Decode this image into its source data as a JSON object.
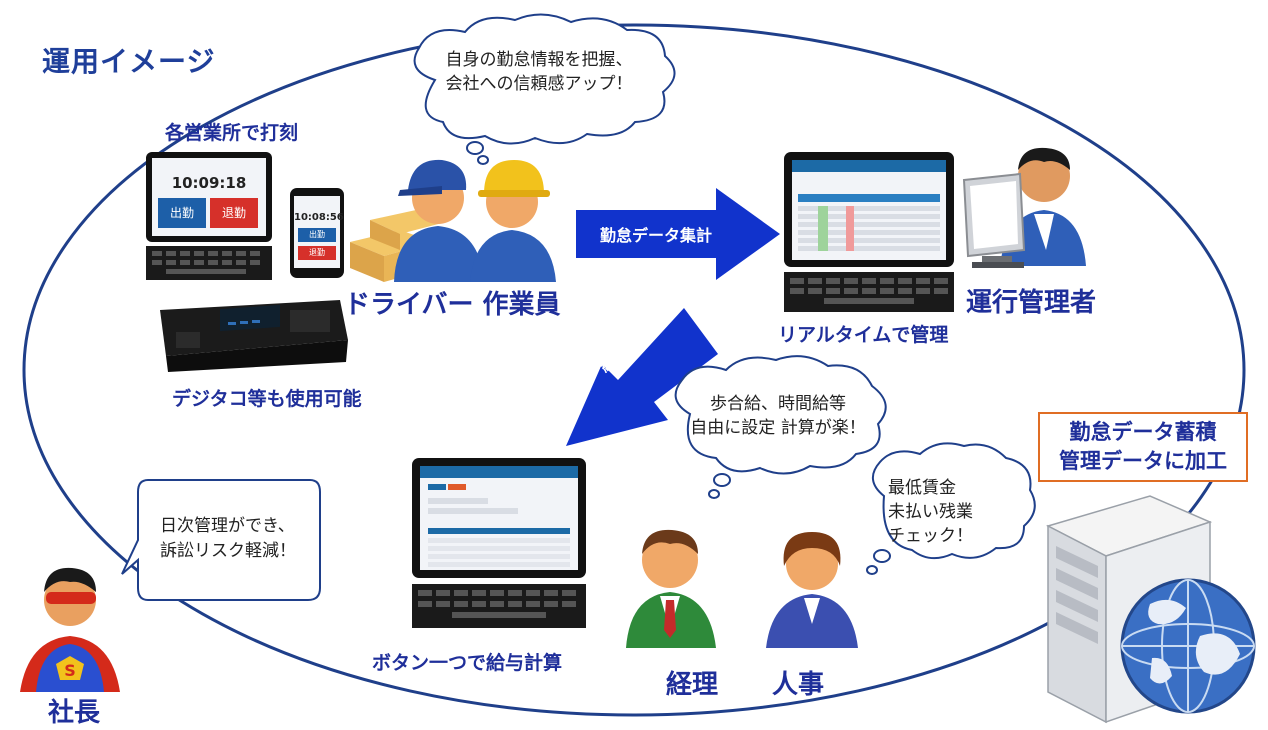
{
  "title": "運用イメージ",
  "labels": {
    "clock_in": "各営業所で打刻",
    "drivers": "ドライバー 作業員",
    "digitaco": "デジタコ等も使用可能",
    "realtime": "リアルタイムで管理",
    "manager": "運行管理者",
    "one_button": "ボタン一つで給与計算",
    "accounting": "経理",
    "hr": "人事",
    "president": "社長",
    "storage_line1": "勤怠データ蓄積",
    "storage_line2": "管理データに加工"
  },
  "arrows": {
    "aggregate": "勤怠データ集計",
    "salary": "給与データ"
  },
  "bubbles": {
    "driver_line1": "自身の勤怠情報を把握、",
    "driver_line2": "会社への信頼感アップ！",
    "accounting_line1": "歩合給、時間給等",
    "accounting_line2": "自由に設定 計算が楽！",
    "hr_line1": "最低賃金",
    "hr_line2": "未払い残業",
    "hr_line3": "チェック！",
    "president_line1": "日次管理ができ、",
    "president_line2": "訴訟リスク軽減！"
  },
  "timeclock": {
    "time_laptop": "10:09:18",
    "time_phone": "10:08:56",
    "in_label": "出勤",
    "out_label": "退勤"
  },
  "colors": {
    "title": "#1f3f9a",
    "label": "#1f2f9a",
    "arrow": "#1133cc",
    "ellipse": "#1f3f8a",
    "box_border": "#e06d24"
  }
}
